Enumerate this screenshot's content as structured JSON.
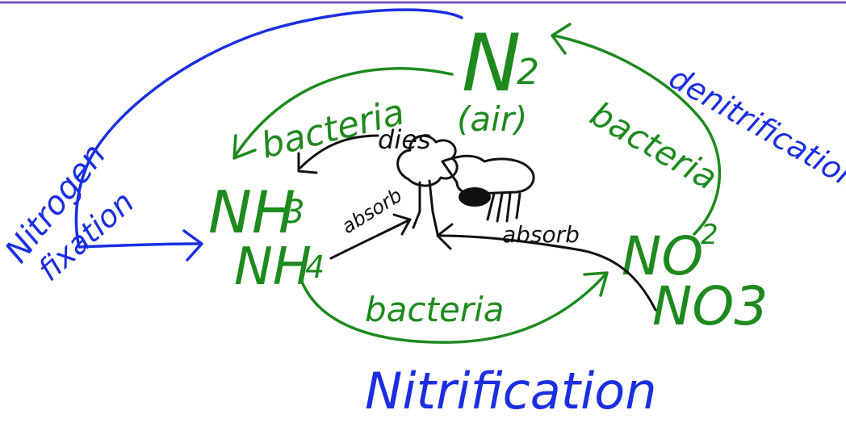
{
  "colors": {
    "green": "#1e8a1e",
    "blue": "#1a2fe0",
    "black": "#111111",
    "header_bar": "#7a55b5"
  },
  "nodes": {
    "n2": "N",
    "n2_sub": "2",
    "air": "(air)",
    "nh3": "NH",
    "nh3_sub": "3",
    "nh4": "NH",
    "nh4_sub": "4",
    "no2": "NO",
    "no2_sub": "2",
    "no3": "NO3"
  },
  "labels": {
    "bacteria_top": "bacteria",
    "bacteria_right": "bacteria",
    "bacteria_bottom": "bacteria",
    "denitrification": "denitrification",
    "nitrogen": "Nitrogen",
    "fixation": "fixation",
    "nitrification": "Nitrification",
    "dies": "dies",
    "absorb_left": "absorb",
    "absorb_right": "absorb"
  }
}
